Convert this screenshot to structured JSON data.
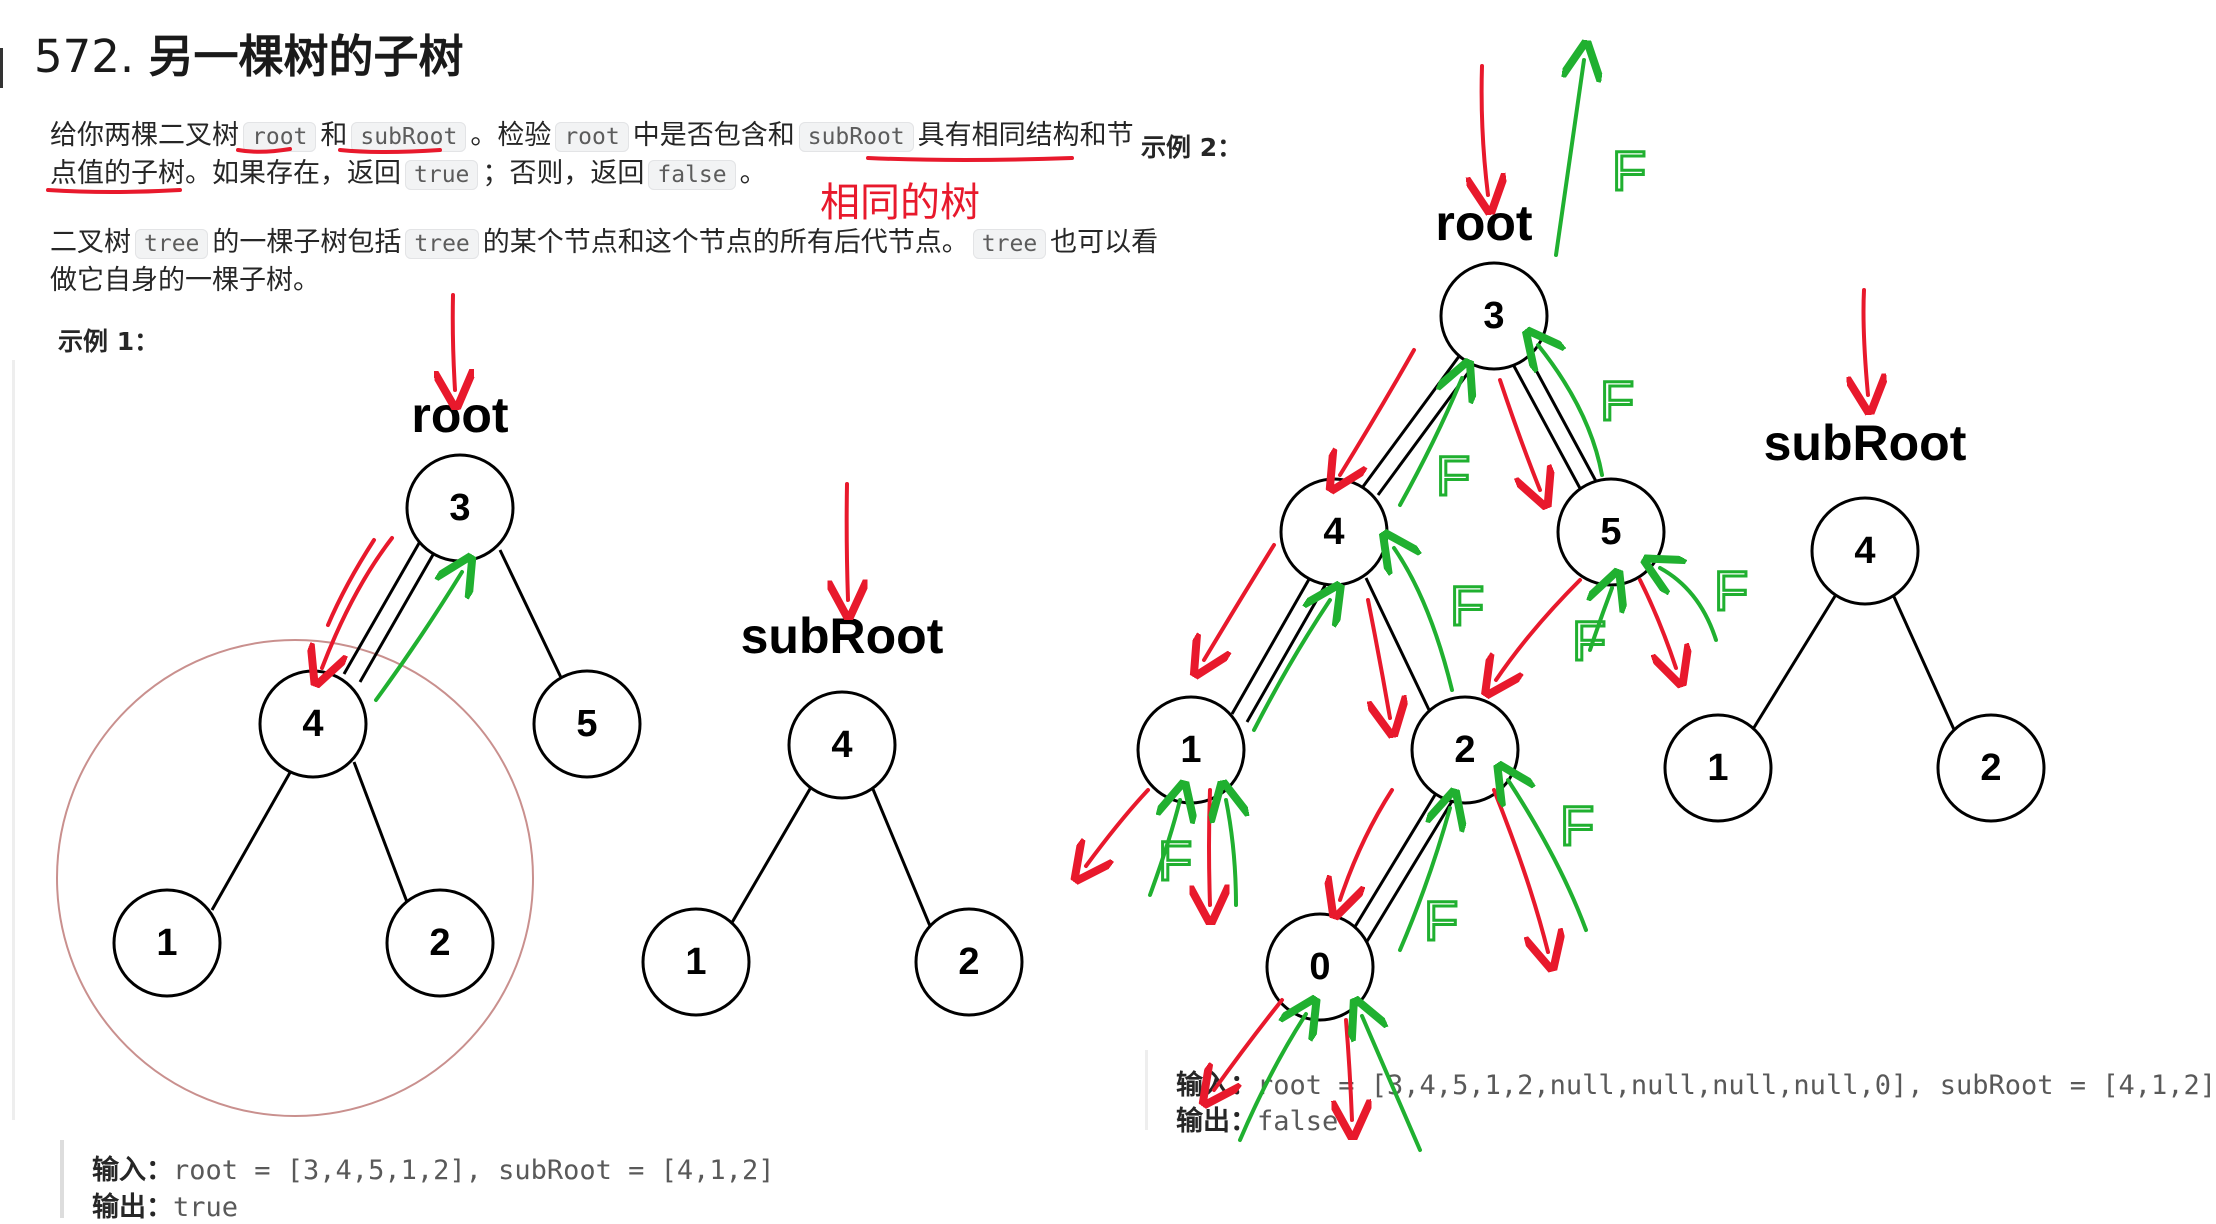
{
  "problem": {
    "number": "572.",
    "title": "另一棵树的子树"
  },
  "desc": {
    "p1": {
      "t1": "给你两棵二叉树",
      "c1": "root",
      "t2": "和",
      "c2": "subRoot",
      "t3": "。检验",
      "c3": "root",
      "t4": "中是否包含和",
      "c4": "subRoot",
      "t5": "具有相同结构和节",
      "t6": "点值的子树",
      "t7": "。如果存在，返回",
      "c5": "true",
      "t8": "；否则，返回",
      "c6": "false",
      "t9": "。"
    },
    "p2": {
      "t1": "二叉树",
      "c1": "tree",
      "t2": "的一棵子树包括",
      "c2": "tree",
      "t3": "的某个节点和这个节点的所有后代节点。",
      "c3": "tree",
      "t4": "也可以看",
      "t5": "做它自身的一棵子树。"
    }
  },
  "annotation": {
    "same_tree": "相同的树"
  },
  "example1": {
    "label": "示例 1：",
    "root_label": "root",
    "subroot_label": "subRoot",
    "root_nodes": [
      "3",
      "4",
      "5",
      "1",
      "2"
    ],
    "sub_nodes": [
      "4",
      "1",
      "2"
    ],
    "input_label": "输入：",
    "input_value": "root = [3,4,5,1,2], subRoot = [4,1,2]",
    "output_label": "输出：",
    "output_value": "true"
  },
  "example2": {
    "label": "示例 2：",
    "root_label": "root",
    "subroot_label": "subRoot",
    "root_nodes": [
      "3",
      "4",
      "5",
      "1",
      "2",
      "0"
    ],
    "sub_nodes": [
      "4",
      "1",
      "2"
    ],
    "input_label": "输入：",
    "input_value": "root = [3,4,5,1,2,null,null,null,null,0], subRoot = [4,1,2]",
    "output_label": "输出：",
    "output_value": "false"
  },
  "marks": {
    "false_mark": "F"
  },
  "colors": {
    "red": "#e8192c",
    "green": "#20b030",
    "circle": "#c9908e"
  }
}
